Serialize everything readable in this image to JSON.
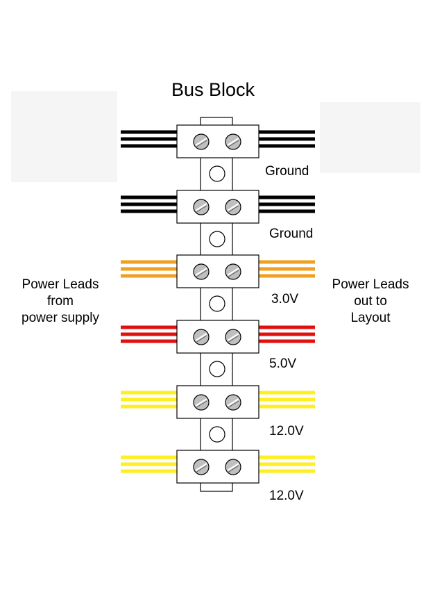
{
  "title": "Bus Block",
  "left_label": {
    "lines": [
      "Power Leads",
      "from",
      "power supply"
    ]
  },
  "right_label": {
    "lines": [
      "Power Leads",
      "out to",
      "Layout"
    ]
  },
  "terminals": [
    {
      "label": "Ground",
      "wire_color": "#000000"
    },
    {
      "label": "Ground",
      "wire_color": "#000000"
    },
    {
      "label": "3.0V",
      "wire_color": "#f0a020"
    },
    {
      "label": "5.0V",
      "wire_color": "#e01010"
    },
    {
      "label": "12.0V",
      "wire_color": "#ffee20"
    },
    {
      "label": "12.0V",
      "wire_color": "#ffee20"
    }
  ],
  "colors": {
    "block_stroke": "#000000",
    "block_fill": "#ffffff",
    "screw_fill": "#bfbfbf"
  }
}
